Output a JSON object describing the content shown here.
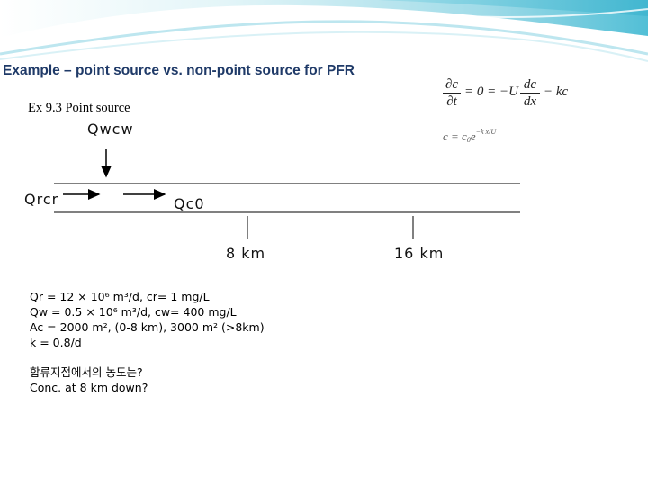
{
  "slide": {
    "title": "Example – point source vs. non-point source for PFR",
    "subtitle": "Ex 9.3 Point source"
  },
  "diagram": {
    "input_flow_label": "Qwcw",
    "inlet_label": "Qrcr",
    "mix_label": "Qc0",
    "marker_1_label": "8 km",
    "marker_2_label": "16 km"
  },
  "given": {
    "line1": "Qr = 12 × 10⁶ m³/d, cr= 1 mg/L",
    "line2": "Qw = 0.5 × 10⁶ m³/d, cw= 400 mg/L",
    "line3": "Ac = 2000 m², (0-8 km), 3000 m² (>8km)",
    "line4": "k = 0.8/d"
  },
  "question": {
    "korean": "합류지점에서의 농도는?",
    "english": "Conc. at 8 km down?"
  },
  "formula": {
    "d1_num": "∂c",
    "d1_den": "∂t",
    "eq_mid": "= 0 = −U",
    "d2_num": "dc",
    "d2_den": "dx",
    "eq_end": "− kc",
    "sol_lhs": "c = c",
    "sol_sub": "0",
    "sol_e": "e",
    "sol_exp": "−k x/U"
  },
  "colors": {
    "title": "#1f3a68",
    "banner_light": "#d8f0f5",
    "banner_mid": "#5ec3d8"
  }
}
